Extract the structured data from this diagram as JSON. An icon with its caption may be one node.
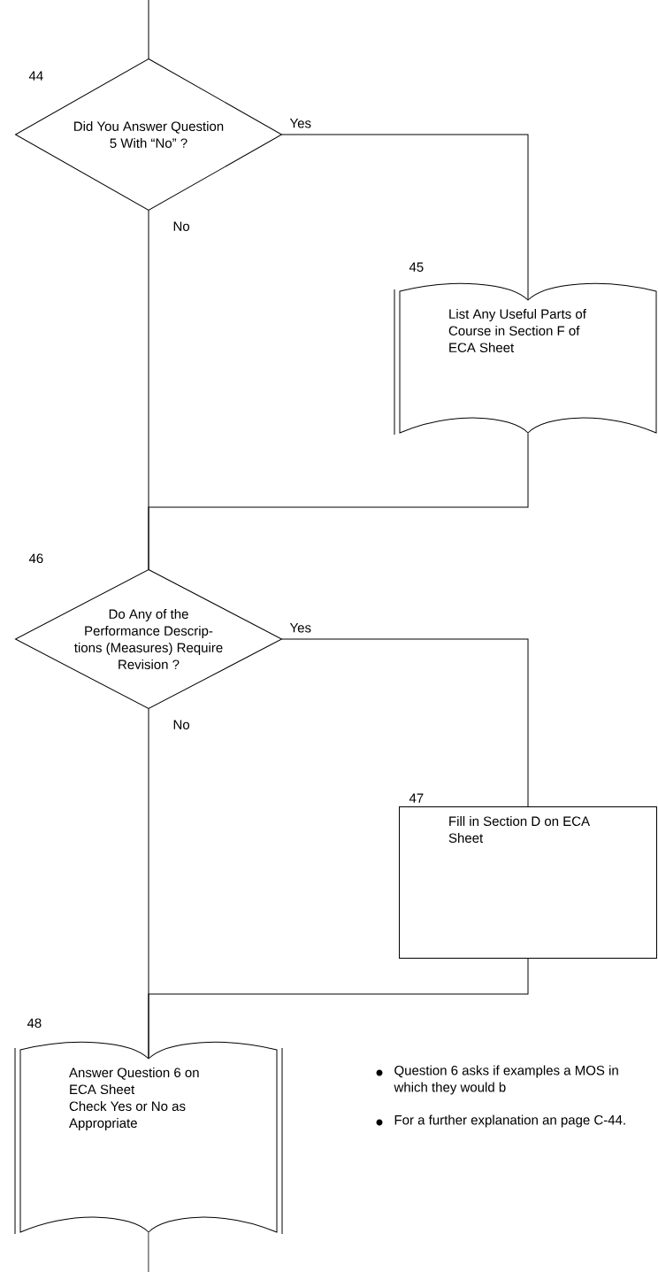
{
  "diagram": {
    "nodes": [
      {
        "text": [
          "Did You Answer Question 5 With “No” ?"
        ],
        "beside": [
          "44"
        ]
      },
      {
        "text": [
          "List Any Useful Parts of Course in Section F of ECA Sheet"
        ],
        "beside": [
          "45"
        ]
      },
      {
        "text": [
          "Do Any of the Performance Descrip- tions (Measures) Require Revision ?"
        ],
        "beside": [
          "46"
        ]
      },
      {
        "text": [
          "Fill in Section D on ECA Sheet"
        ],
        "beside": [
          "47"
        ]
      },
      {
        "text": [
          "Answer Question 6 on ECA Sheet",
          "Check Yes or No as Appropriate"
        ],
        "beside": [
          "48"
        ]
      }
    ],
    "edges": [
      {
        "from": null,
        "to": 0,
        "arrow": "none"
      },
      {
        "from": 0,
        "to": 1,
        "arrow": "none",
        "label": "Yes"
      },
      {
        "from": 0,
        "to": 2,
        "arrow": "none",
        "label": "No"
      },
      {
        "from": 1,
        "to": 2,
        "arrow": "none"
      },
      {
        "from": 2,
        "to": 3,
        "arrow": "none",
        "label": "Yes"
      },
      {
        "from": 2,
        "to": 4,
        "arrow": "none",
        "label": "No"
      },
      {
        "from": 3,
        "to": 4,
        "arrow": "none"
      },
      {
        "from": 4,
        "to": null,
        "arrow": "none"
      }
    ],
    "labels": [
      "Question 6 asks if examples a MOS in which they would b",
      "For a further explanation an page C-44."
    ]
  }
}
